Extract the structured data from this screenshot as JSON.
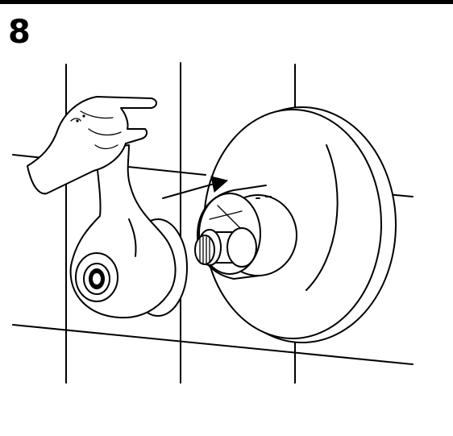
{
  "step": {
    "number": "8"
  },
  "colors": {
    "line": "#000000",
    "background": "#ffffff"
  },
  "illustration": {
    "subjects": [
      "wall-tile-grid",
      "hand-icon",
      "valve-handle",
      "escutcheon-plate",
      "valve-stem",
      "direction-arrow-icon"
    ]
  }
}
